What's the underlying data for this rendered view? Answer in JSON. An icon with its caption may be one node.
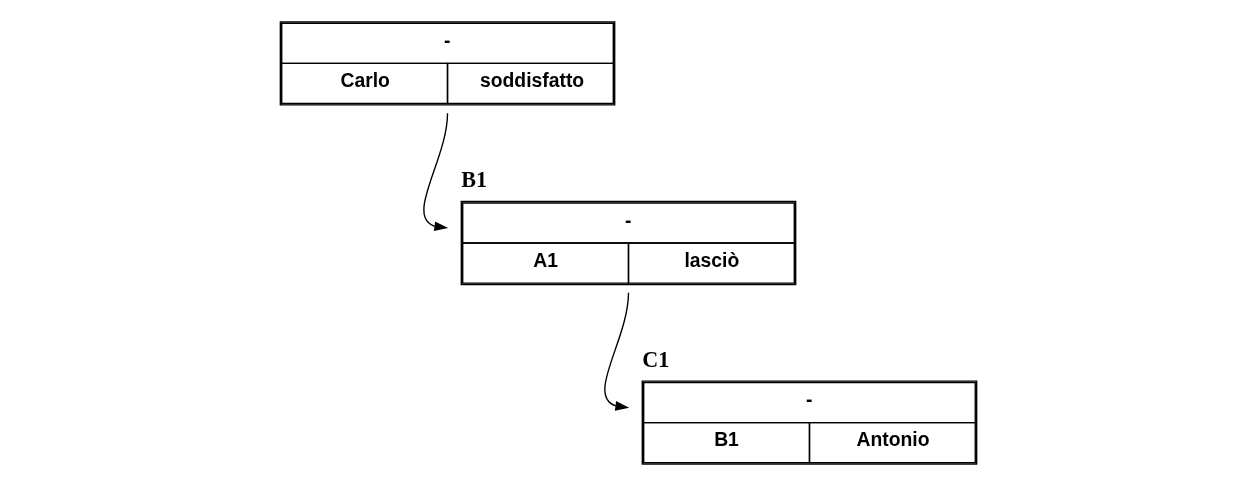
{
  "diagram": {
    "nodes": [
      {
        "text": [
          "-",
          "Carlo",
          "soddisfatto"
        ]
      },
      {
        "text": [
          "-",
          "A1",
          "lasciò"
        ],
        "beside": [
          "B1"
        ]
      },
      {
        "text": [
          "-",
          "B1",
          "Antonio"
        ],
        "beside": [
          "C1"
        ]
      }
    ],
    "edges": [
      {
        "from": 0,
        "to": 1,
        "arrow": "to"
      },
      {
        "from": 1,
        "to": 2,
        "arrow": "to"
      }
    ]
  }
}
